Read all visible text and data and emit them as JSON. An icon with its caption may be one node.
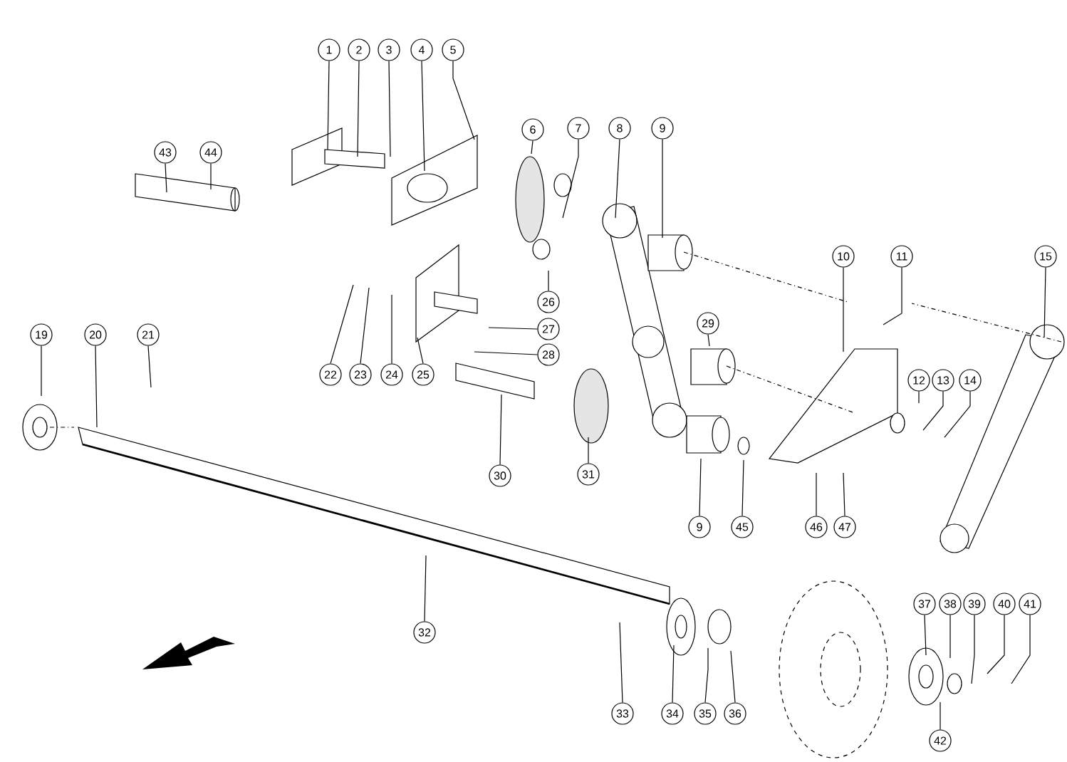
{
  "diagram": {
    "nodes": [
      {
        "text": [
          "1"
        ]
      },
      {
        "text": [
          "2"
        ]
      },
      {
        "text": [
          "3"
        ]
      },
      {
        "text": [
          "4"
        ]
      },
      {
        "text": [
          "5"
        ]
      },
      {
        "text": [
          "43"
        ]
      },
      {
        "text": [
          "44"
        ]
      },
      {
        "text": [
          "6"
        ]
      },
      {
        "text": [
          "7"
        ]
      },
      {
        "text": [
          "8"
        ]
      },
      {
        "text": [
          "9"
        ]
      },
      {
        "text": [
          "10"
        ]
      },
      {
        "text": [
          "11"
        ]
      },
      {
        "text": [
          "15"
        ]
      },
      {
        "text": [
          "19"
        ]
      },
      {
        "text": [
          "20"
        ]
      },
      {
        "text": [
          "21"
        ]
      },
      {
        "text": [
          "22"
        ]
      },
      {
        "text": [
          "23"
        ]
      },
      {
        "text": [
          "24"
        ]
      },
      {
        "text": [
          "25"
        ]
      },
      {
        "text": [
          "26"
        ]
      },
      {
        "text": [
          "27"
        ]
      },
      {
        "text": [
          "28"
        ]
      },
      {
        "text": [
          "29"
        ]
      },
      {
        "text": [
          "12"
        ]
      },
      {
        "text": [
          "13"
        ]
      },
      {
        "text": [
          "14"
        ]
      },
      {
        "text": [
          "30"
        ]
      },
      {
        "text": [
          "31"
        ]
      },
      {
        "text": [
          "9"
        ]
      },
      {
        "text": [
          "45"
        ]
      },
      {
        "text": [
          "46"
        ]
      },
      {
        "text": [
          "47"
        ]
      },
      {
        "text": [
          "32"
        ]
      },
      {
        "text": [
          "37"
        ]
      },
      {
        "text": [
          "38"
        ]
      },
      {
        "text": [
          "39"
        ]
      },
      {
        "text": [
          "40"
        ]
      },
      {
        "text": [
          "41"
        ]
      },
      {
        "text": [
          "33"
        ]
      },
      {
        "text": [
          "34"
        ]
      },
      {
        "text": [
          "35"
        ]
      },
      {
        "text": [
          "36"
        ]
      },
      {
        "text": [
          "42"
        ]
      }
    ],
    "edges": [
      {
        "from": 0,
        "to": null,
        "arrow": "none"
      },
      {
        "from": 1,
        "to": null,
        "arrow": "none"
      },
      {
        "from": 2,
        "to": null,
        "arrow": "none"
      },
      {
        "from": 3,
        "to": null,
        "arrow": "none"
      },
      {
        "from": 4,
        "to": null,
        "arrow": "none"
      },
      {
        "from": 5,
        "to": null,
        "arrow": "none"
      },
      {
        "from": 6,
        "to": null,
        "arrow": "none"
      },
      {
        "from": 7,
        "to": null,
        "arrow": "none"
      },
      {
        "from": 8,
        "to": null,
        "arrow": "none"
      },
      {
        "from": 9,
        "to": null,
        "arrow": "none"
      },
      {
        "from": 10,
        "to": null,
        "arrow": "none"
      },
      {
        "from": 11,
        "to": null,
        "arrow": "none"
      },
      {
        "from": 12,
        "to": null,
        "arrow": "none"
      },
      {
        "from": 13,
        "to": null,
        "arrow": "none"
      },
      {
        "from": 14,
        "to": null,
        "arrow": "none"
      },
      {
        "from": 15,
        "to": null,
        "arrow": "none"
      },
      {
        "from": 16,
        "to": null,
        "arrow": "none"
      },
      {
        "from": 17,
        "to": null,
        "arrow": "none"
      },
      {
        "from": 18,
        "to": null,
        "arrow": "none"
      },
      {
        "from": 19,
        "to": null,
        "arrow": "none"
      },
      {
        "from": 20,
        "to": null,
        "arrow": "none"
      },
      {
        "from": 21,
        "to": null,
        "arrow": "none"
      },
      {
        "from": 22,
        "to": null,
        "arrow": "none"
      },
      {
        "from": 23,
        "to": null,
        "arrow": "none"
      },
      {
        "from": 24,
        "to": null,
        "arrow": "none"
      },
      {
        "from": 25,
        "to": null,
        "arrow": "none"
      },
      {
        "from": 26,
        "to": null,
        "arrow": "none"
      },
      {
        "from": 27,
        "to": null,
        "arrow": "none"
      },
      {
        "from": 28,
        "to": null,
        "arrow": "none"
      },
      {
        "from": 29,
        "to": null,
        "arrow": "none"
      },
      {
        "from": 30,
        "to": null,
        "arrow": "none"
      },
      {
        "from": 31,
        "to": null,
        "arrow": "none"
      },
      {
        "from": 32,
        "to": null,
        "arrow": "none"
      },
      {
        "from": 33,
        "to": null,
        "arrow": "none"
      },
      {
        "from": 34,
        "to": null,
        "arrow": "none"
      },
      {
        "from": 35,
        "to": null,
        "arrow": "none"
      },
      {
        "from": 36,
        "to": null,
        "arrow": "none"
      },
      {
        "from": 37,
        "to": null,
        "arrow": "none"
      },
      {
        "from": 38,
        "to": null,
        "arrow": "none"
      },
      {
        "from": 39,
        "to": null,
        "arrow": "none"
      },
      {
        "from": 40,
        "to": null,
        "arrow": "none"
      },
      {
        "from": 41,
        "to": null,
        "arrow": "none"
      },
      {
        "from": 42,
        "to": null,
        "arrow": "none"
      },
      {
        "from": 43,
        "to": null,
        "arrow": "none"
      },
      {
        "from": 44,
        "to": null,
        "arrow": "none"
      }
    ]
  }
}
